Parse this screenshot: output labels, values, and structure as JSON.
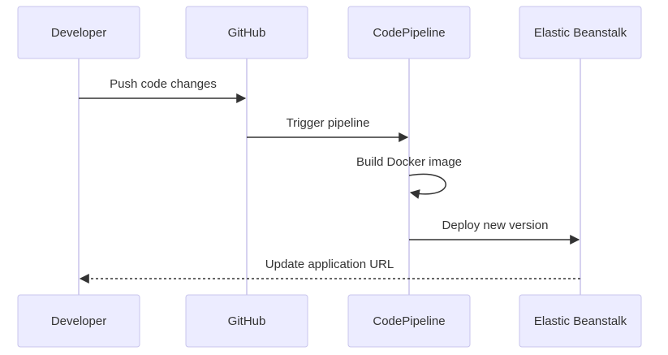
{
  "actors": [
    {
      "id": "developer",
      "label": "Developer"
    },
    {
      "id": "github",
      "label": "GitHub"
    },
    {
      "id": "codepipeline",
      "label": "CodePipeline"
    },
    {
      "id": "beanstalk",
      "label": "Elastic Beanstalk"
    }
  ],
  "messages": [
    {
      "from": "developer",
      "to": "github",
      "label": "Push code changes",
      "style": "solid"
    },
    {
      "from": "github",
      "to": "codepipeline",
      "label": "Trigger pipeline",
      "style": "solid"
    },
    {
      "from": "codepipeline",
      "to": "codepipeline",
      "label": "Build Docker image",
      "style": "solid"
    },
    {
      "from": "codepipeline",
      "to": "beanstalk",
      "label": "Deploy new version",
      "style": "solid"
    },
    {
      "from": "beanstalk",
      "to": "developer",
      "label": "Update application URL",
      "style": "dotted"
    }
  ],
  "colors": {
    "actor_fill": "#ececff",
    "actor_stroke": "#c8c4ec",
    "line": "#333333"
  }
}
